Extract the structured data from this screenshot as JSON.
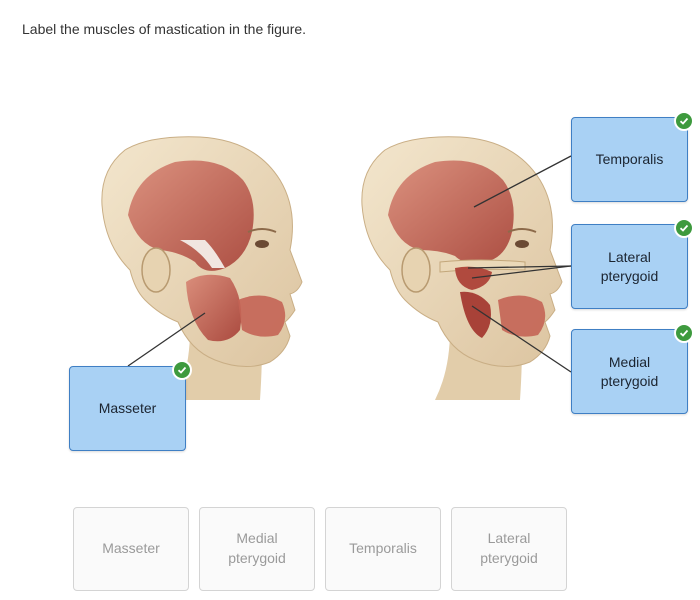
{
  "question": {
    "instruction": "Label the muscles of mastication in the figure."
  },
  "drop_zones": [
    {
      "id": "temporalis",
      "label": "Temporalis",
      "status": "correct"
    },
    {
      "id": "lateral-pterygoid",
      "label": "Lateral\npterygoid",
      "status": "correct"
    },
    {
      "id": "medial-pterygoid",
      "label": "Medial\npterygoid",
      "status": "correct"
    },
    {
      "id": "masseter",
      "label": "Masseter",
      "status": "correct"
    }
  ],
  "label_bank": [
    {
      "label": "Masseter"
    },
    {
      "label": "Medial\npterygoid"
    },
    {
      "label": "Temporalis"
    },
    {
      "label": "Lateral\npterygoid"
    }
  ],
  "icons": {
    "check": "check-icon"
  },
  "colors": {
    "drop_zone_fill": "#a9d1f4",
    "drop_zone_border": "#3f7fc4",
    "check_green": "#3e9a3e",
    "tile_border": "#d4d4d4",
    "tile_text": "#9a9a9a"
  }
}
